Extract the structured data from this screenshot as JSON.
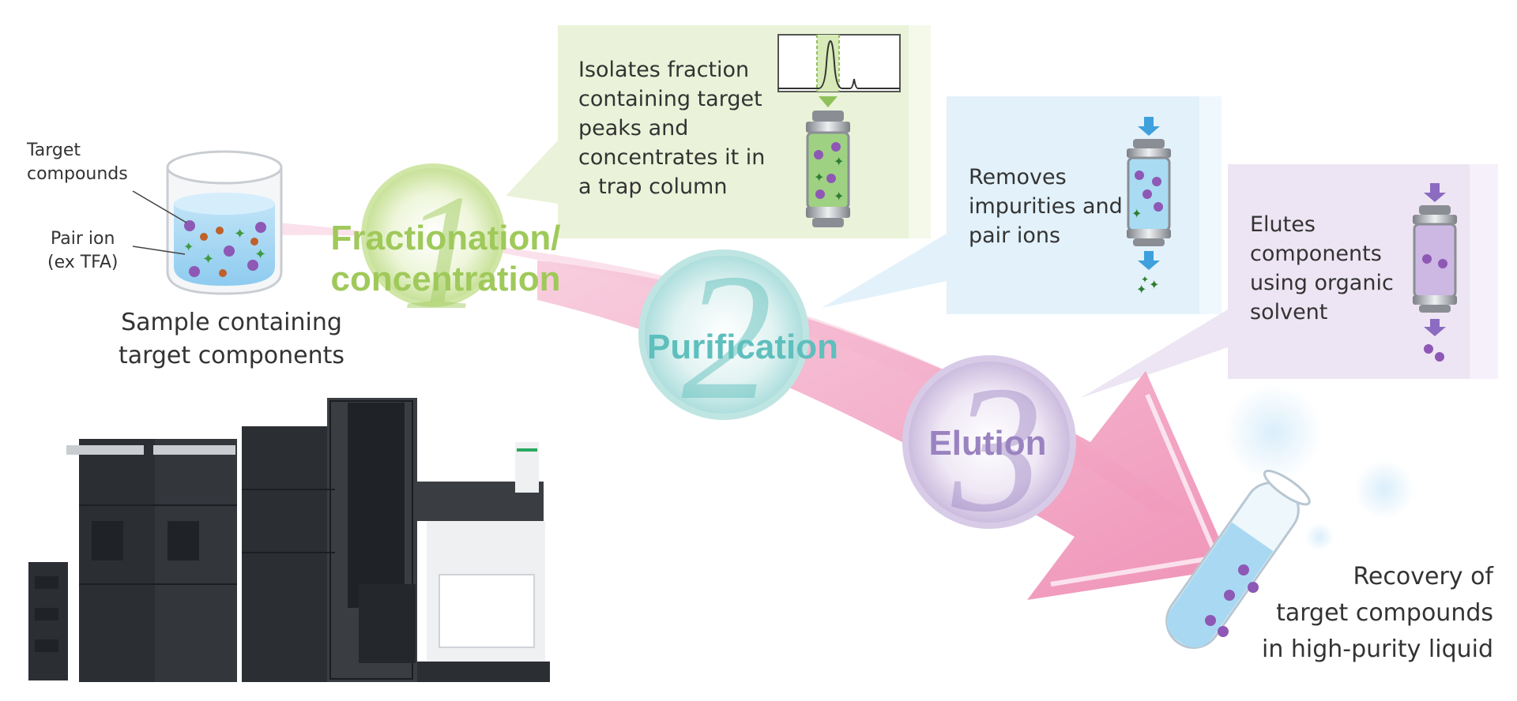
{
  "sample": {
    "target_label": "Target\ncompounds",
    "pair_label": "Pair ion\n(ex TFA)",
    "caption": "Sample containing\ntarget components"
  },
  "steps": [
    {
      "number": "1",
      "title": "Fractionation/\nconcentration",
      "description": "Isolates fraction\ncontaining target\npeaks and\nconcentrates it in\na trap column",
      "color": "#9fc95a"
    },
    {
      "number": "2",
      "title": "Purification",
      "description": "Removes\nimpurities and\npair ions",
      "color": "#5fbfbd"
    },
    {
      "number": "3",
      "title": "Elution",
      "description": "Elutes\ncomponents\nusing organic\nsolvent",
      "color": "#9a83c0"
    }
  ],
  "result": {
    "caption": "Recovery of\ntarget compounds\nin high-purity liquid"
  },
  "colors": {
    "arrow": "#f2a6c3",
    "panel_green": "#eaf3d9",
    "panel_blue": "#e3f1fa",
    "panel_purple": "#ede5f3",
    "dot_target": "#8e58b5",
    "dot_pair_ion": "#3f9a3f",
    "dot_other": "#c0602a",
    "instrument": "#2b2e33"
  }
}
